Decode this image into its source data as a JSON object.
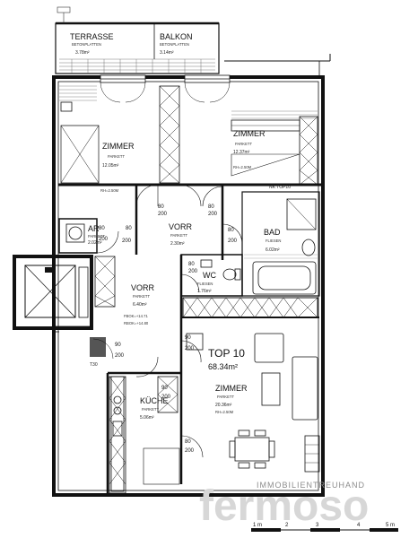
{
  "apartment": {
    "unit": "TOP 10",
    "area": "68.34m²"
  },
  "rooms": {
    "terrace": {
      "name": "TERRASSE",
      "floor": "BETONPLATTEN",
      "area": "3.78m²"
    },
    "balcony": {
      "name": "BALKON",
      "floor": "BETONPLATTEN",
      "area": "3.14m²"
    },
    "bedroom1": {
      "name": "ZIMMER",
      "floor": "PARKETT",
      "area": "12.05m²",
      "note": "RH=2.50M"
    },
    "bedroom2": {
      "name": "ZIMMER",
      "floor": "PARKETT",
      "area": "12.37m²",
      "note": "RH=2.50M"
    },
    "storage": {
      "name": "AR",
      "floor": "PARKETT",
      "area": "2.02m²"
    },
    "hall1": {
      "name": "VORR",
      "floor": "PARKETT",
      "area": "2.30m²"
    },
    "bath": {
      "name": "BAD",
      "floor": "FLIESEN",
      "area": "6.02m²"
    },
    "wc": {
      "name": "WC",
      "floor": "FLIESEN",
      "area": "1.76m²"
    },
    "hall2": {
      "name": "VORR",
      "floor": "PARKETT",
      "area": "6.40m²"
    },
    "kitchen": {
      "name": "KÜCHE",
      "floor": "PARKETT",
      "area": "5.06m²"
    },
    "living": {
      "name": "ZIMMER",
      "floor": "PARKETT",
      "area": "20.36m²",
      "note": "RH=2.50M"
    }
  },
  "labels": {
    "nk": "NK TOP10",
    "t30": "T30",
    "fbok": "FBOK=+14.71",
    "rbok": "RBOK=+14.80"
  },
  "door_dims": [
    "80",
    "200",
    "80",
    "200",
    "80",
    "200",
    "80",
    "200",
    "80",
    "200",
    "90",
    "200",
    "90",
    "200",
    "90",
    "200",
    "80",
    "200",
    "80",
    "200"
  ],
  "watermark": {
    "small": "IMMOBILIENTREUHAND",
    "big": "fermoso"
  },
  "scale": {
    "ticks": [
      "1 m",
      "2",
      "3",
      "4",
      "5 m"
    ]
  },
  "colors": {
    "wall": "#111111",
    "watermark_small": "#8c8c8c",
    "watermark_big": "#d7d7d7"
  }
}
